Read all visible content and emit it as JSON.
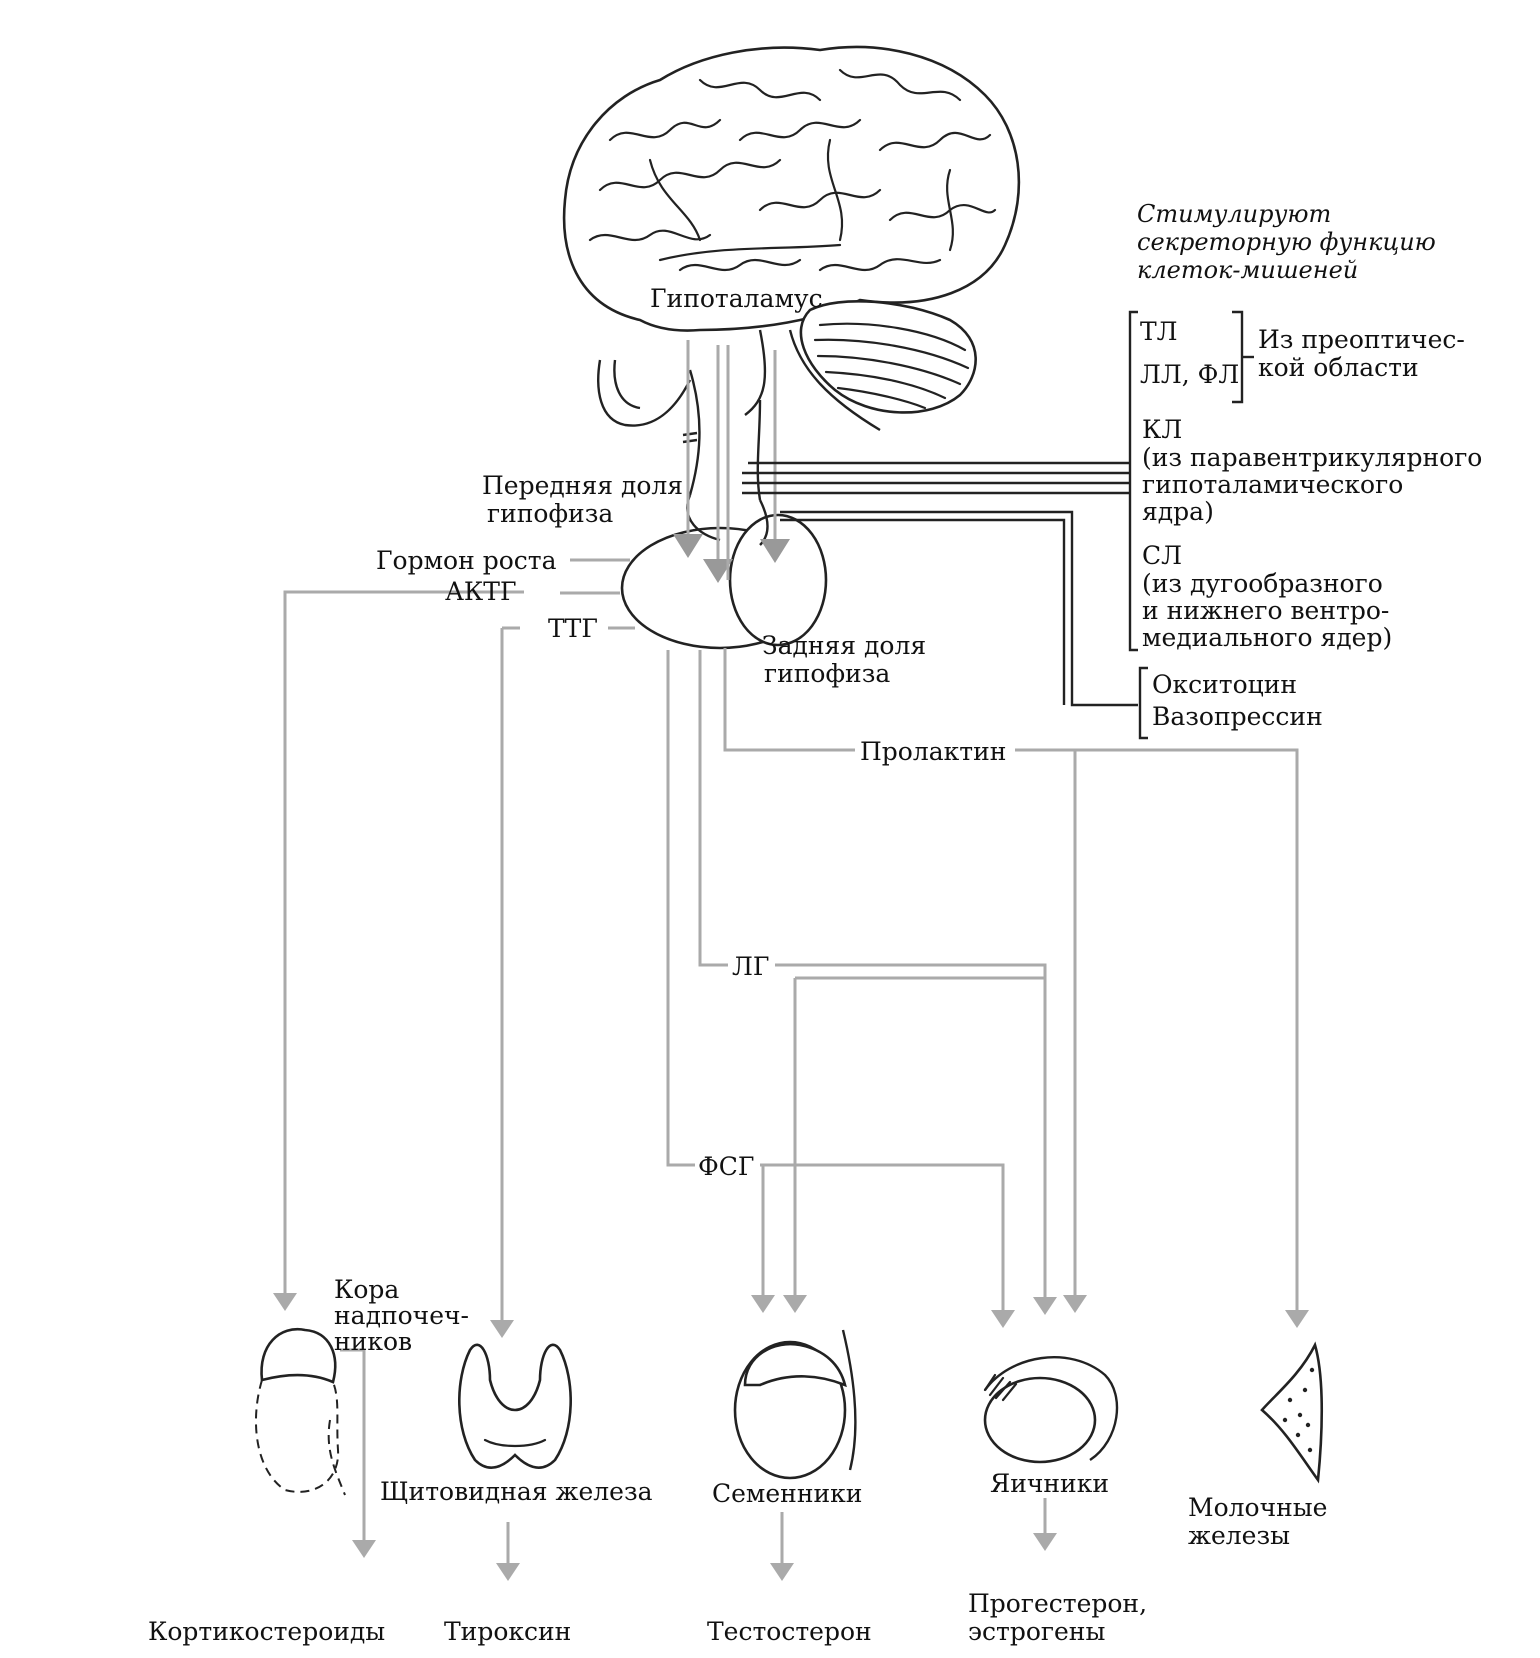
{
  "header": {
    "stimulate": [
      "Стимулируют",
      "секреторную функцию",
      "клеток-мишеней"
    ]
  },
  "brain": {
    "hypothalamus": "Гипоталамус"
  },
  "pituitary": {
    "anterior": [
      "Передняя доля",
      "гипофиза"
    ],
    "posterior": [
      "Задняя доля",
      "гипофиза"
    ]
  },
  "releasing": {
    "tl": "ТЛ",
    "ll_fl": "ЛЛ, ФЛ",
    "preoptic": [
      "Из преоптичес-",
      "кой области"
    ],
    "kl": "КЛ",
    "kl_origin": [
      "(из паравентрикулярного",
      "гипоталамического",
      "ядра)"
    ],
    "sl": "СЛ",
    "sl_origin": [
      "(из дугообразного",
      "и нижнего  вентро-",
      "медиального  ядер)"
    ]
  },
  "posterior_hormones": [
    "Окситоцин",
    "Вазопрессин"
  ],
  "hormones": {
    "growth": "Гормон роста",
    "actg": "АКТГ",
    "ttg": "ТТГ",
    "prolactin": "Пролактин",
    "lg": "ЛГ",
    "fsg": "ФСГ"
  },
  "glands": {
    "adrenal": [
      "Кора",
      "надпочеч-",
      "ников"
    ],
    "thyroid": "Щитовидная железа",
    "testes": "Семенники",
    "ovaries": "Яичники",
    "mammary": [
      "Молочные",
      "железы"
    ]
  },
  "products": {
    "corticosteroids": "Кортикостероиды",
    "thyroxine": "Тироксин",
    "testosterone": "Тестостерон",
    "progesterone": [
      "Прогестерон,",
      "эстрогены"
    ]
  }
}
